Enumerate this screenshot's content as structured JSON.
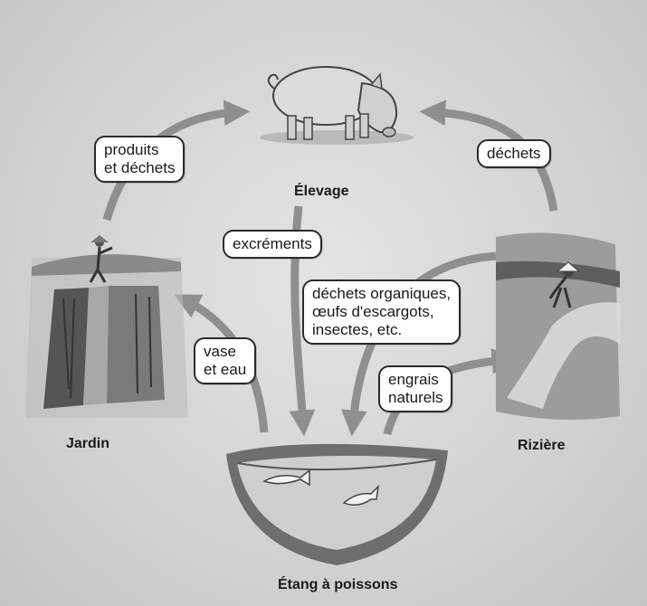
{
  "nodes": {
    "elevage": "Élevage",
    "jardin": "Jardin",
    "riziere": "Rizière",
    "etang": "Étang à poissons"
  },
  "flows": {
    "jardin_to_elevage": [
      "produits",
      "et déchets"
    ],
    "riziere_to_elevage": [
      "déchets"
    ],
    "elevage_to_etang": [
      "excréments"
    ],
    "riziere_to_etang": [
      "déchets organiques,",
      "œufs d'escargots,",
      "insectes, etc."
    ],
    "etang_to_jardin": [
      "vase",
      "et eau"
    ],
    "etang_to_riziere": [
      "engrais",
      "naturels"
    ]
  },
  "colors": {
    "arrow": "#8f8f8f",
    "callout_border": "#2b2b2b",
    "callout_fill": "#ffffff",
    "background": "#d6d6d6"
  },
  "icons": [
    "pig-illustration",
    "garden-illustration",
    "rice-paddy-illustration",
    "fish-pond-illustration"
  ]
}
